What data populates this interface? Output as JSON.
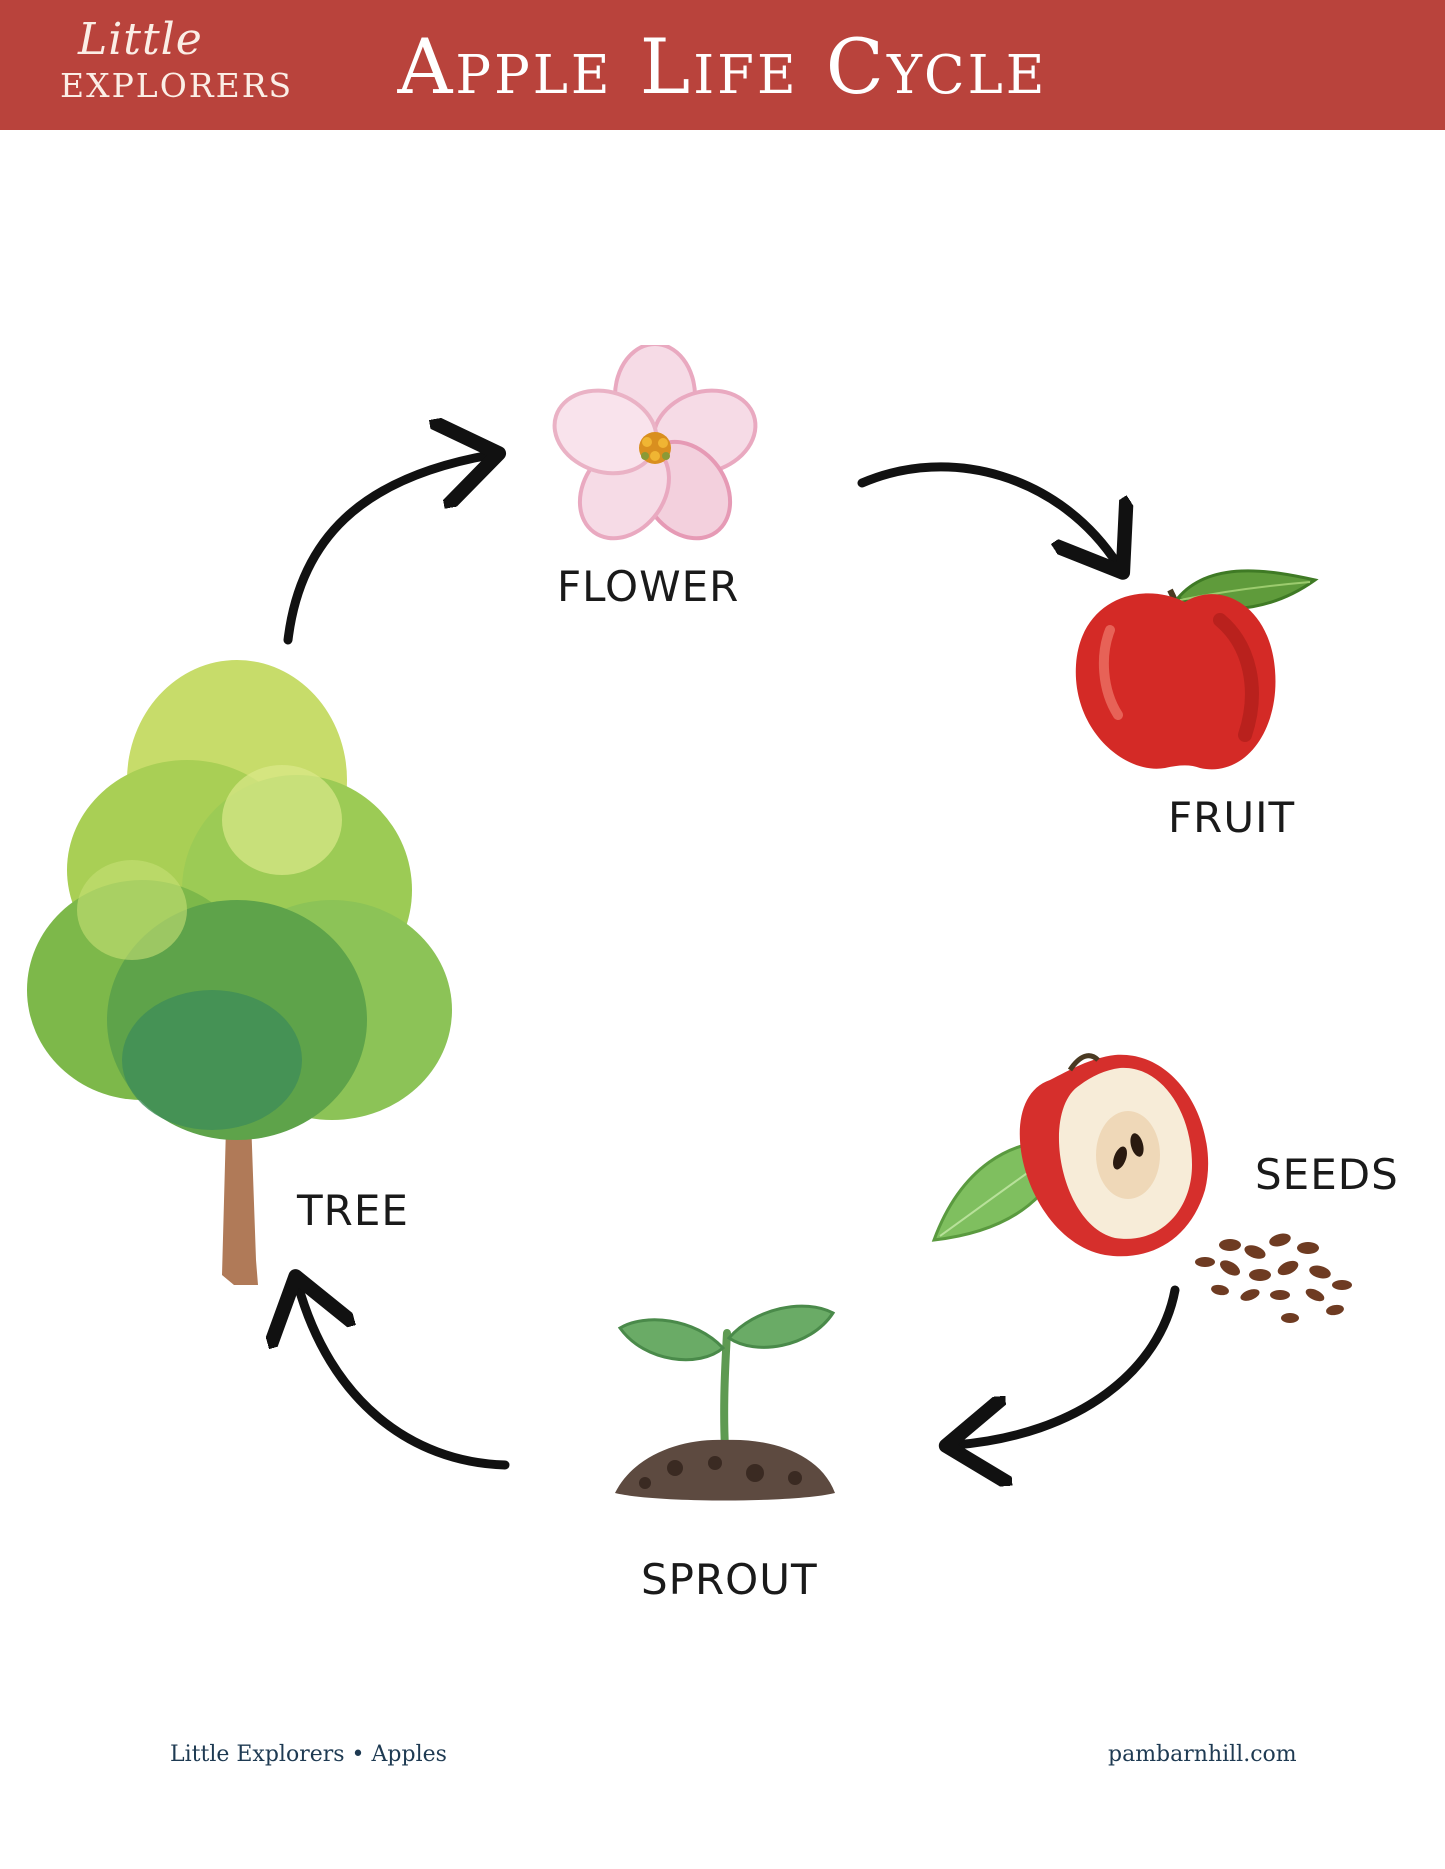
{
  "header": {
    "logo_script": "Little",
    "logo_caps": "EXPLORERS",
    "title": "Apple Life Cycle"
  },
  "stages": {
    "flower": "FLOWER",
    "fruit": "FRUIT",
    "seeds": "SEEDS",
    "sprout": "SPROUT",
    "tree": "TREE"
  },
  "footer": {
    "left": "Little Explorers • Apples",
    "right": "pambarnhill.com"
  },
  "colors": {
    "header_bg": "#b9433c",
    "arrow": "#111111",
    "footer_text": "#1e3a52"
  }
}
